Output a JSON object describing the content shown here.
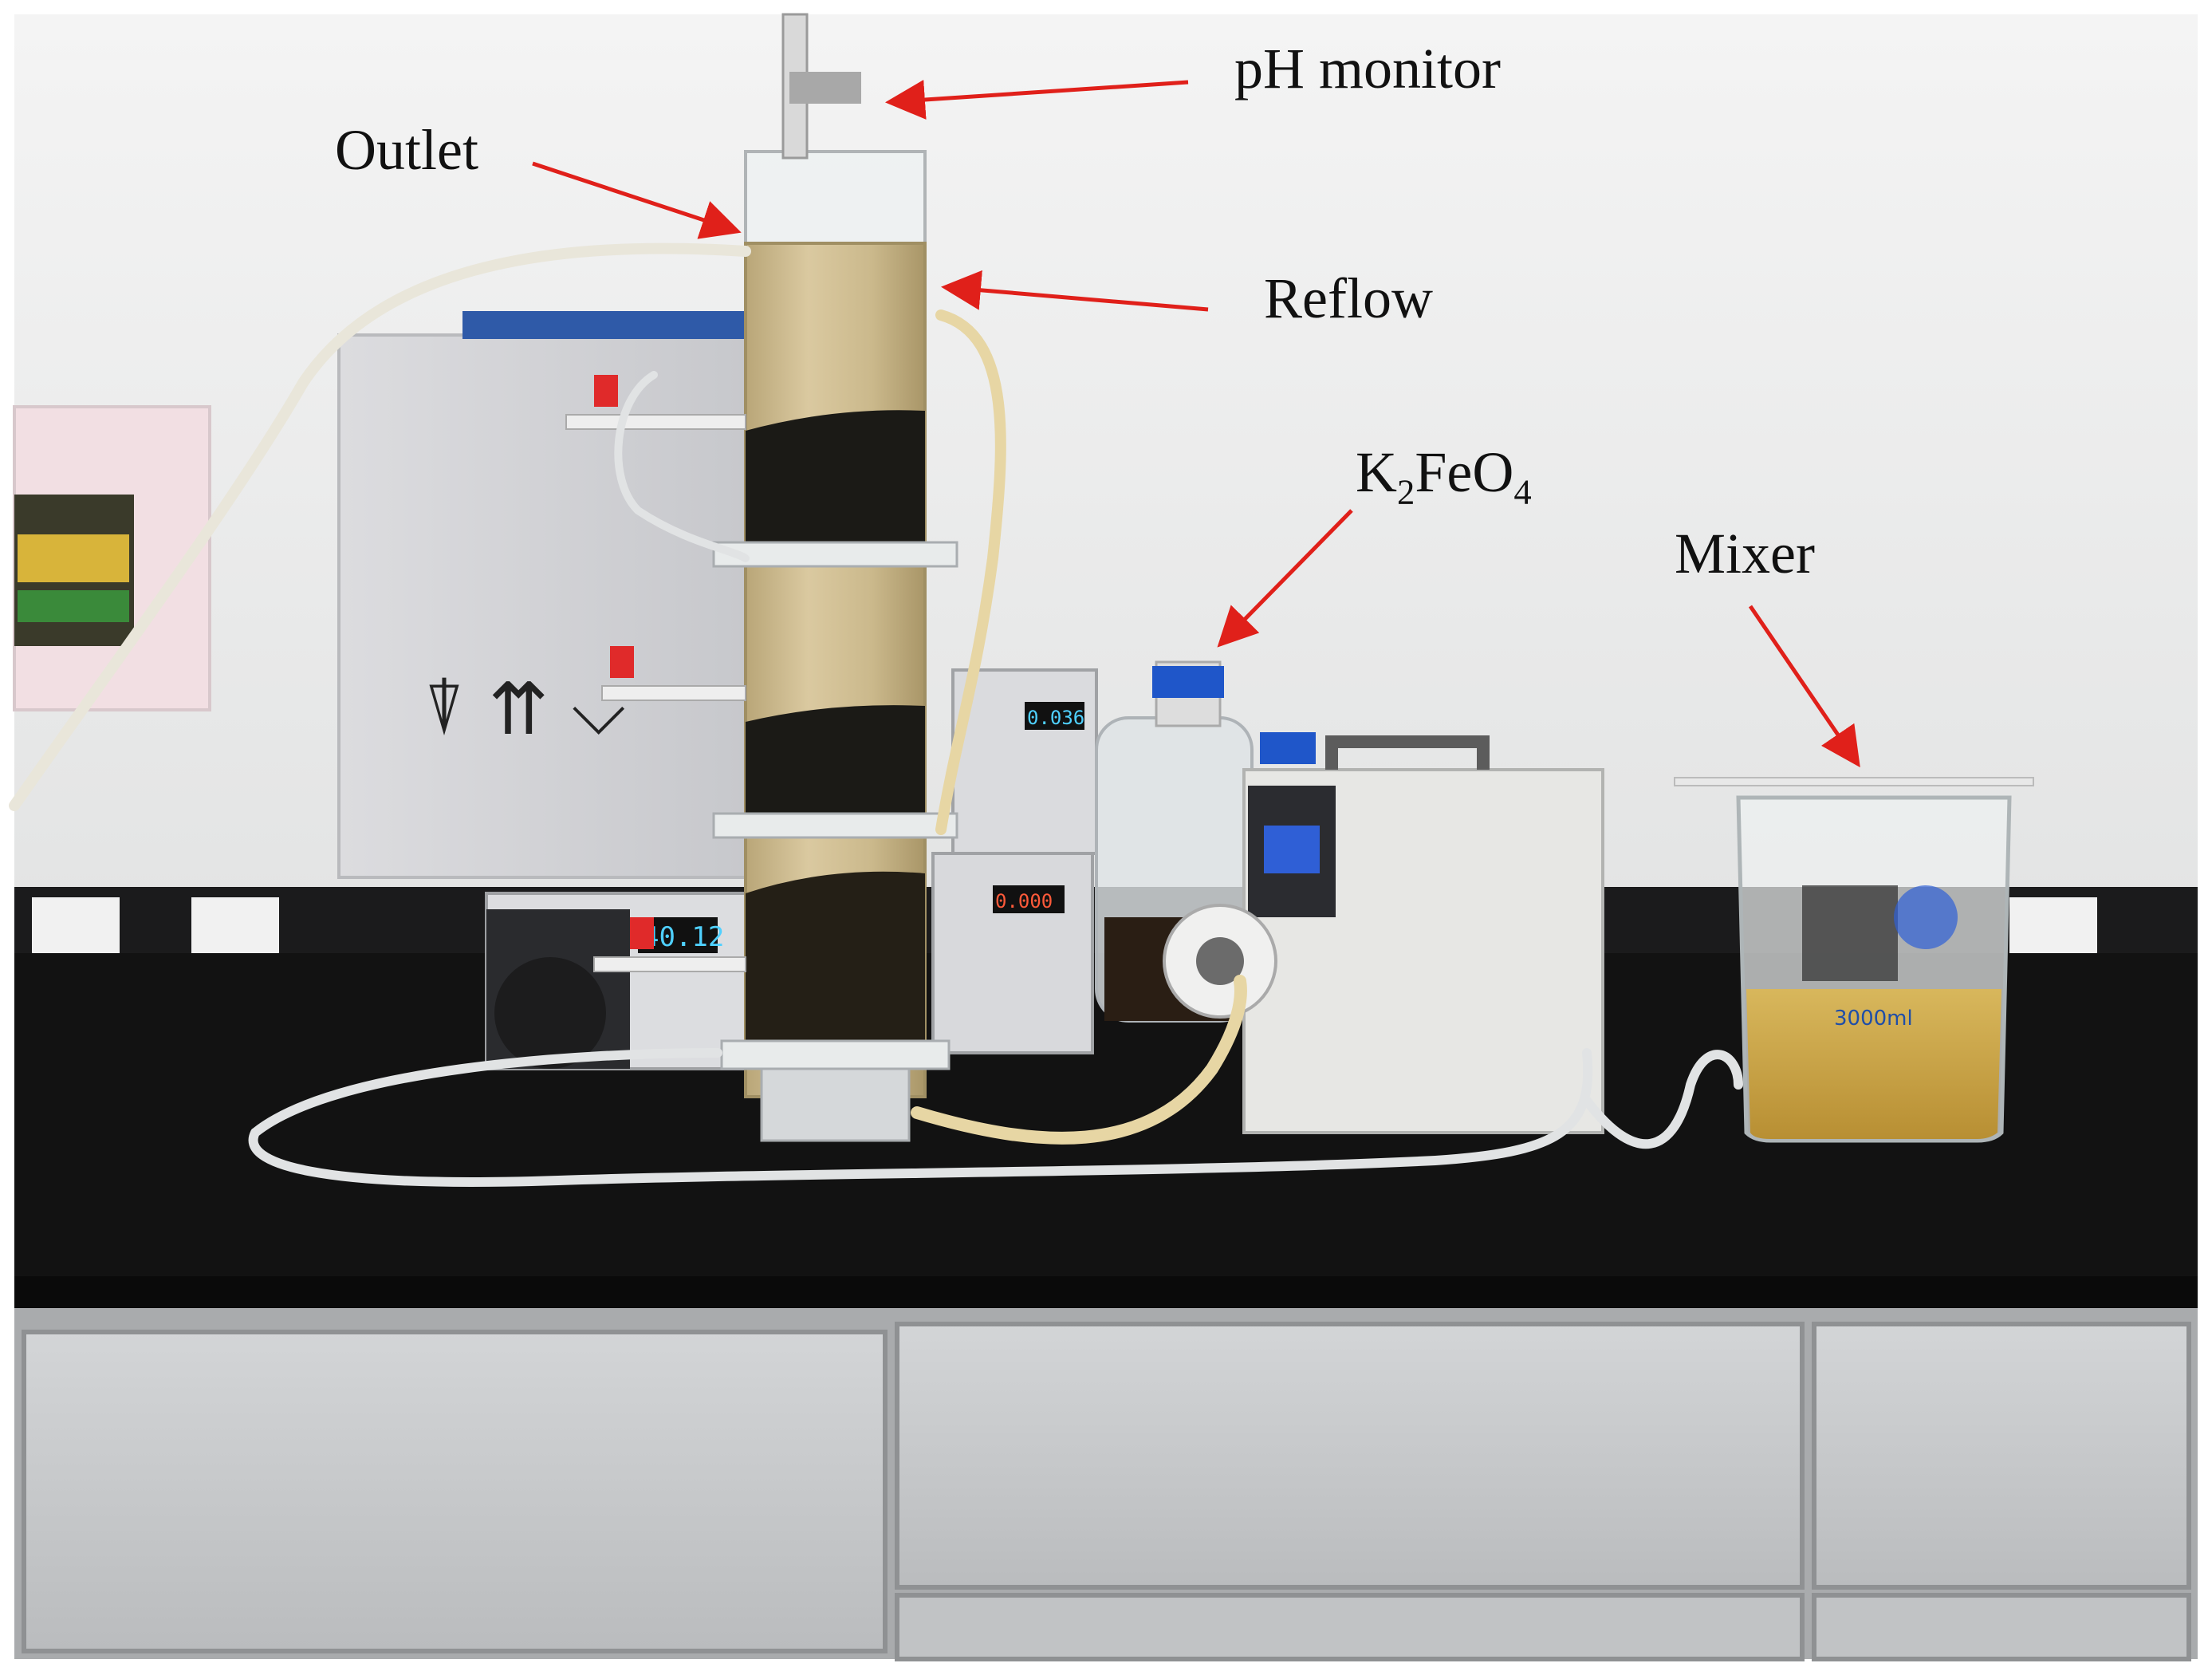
{
  "annotations": {
    "ph_monitor": "pH monitor",
    "outlet": "Outlet",
    "reflow": "Reflow",
    "k2feo4": {
      "k": "K",
      "sub1": "2",
      "fe_o": "FeO",
      "sub2": "4"
    },
    "mixer": "Mixer"
  },
  "instruments": {
    "pump_left_display": "40.12",
    "pump_middle_display": "0.036",
    "pump_lower_display": "0.000",
    "beaker_volume_mark": "3000ml"
  },
  "colors": {
    "arrow": "#e0201a",
    "wall": "#ececec",
    "bench_top": "#121212",
    "cabinet": "#c9cbcd",
    "column_liquid": "#cdb98a",
    "sludge": "#1b1a16",
    "tubing": "#e9d8a8",
    "beaker_liquid": "#c9a441",
    "pump_display": "#2f5fd6"
  }
}
